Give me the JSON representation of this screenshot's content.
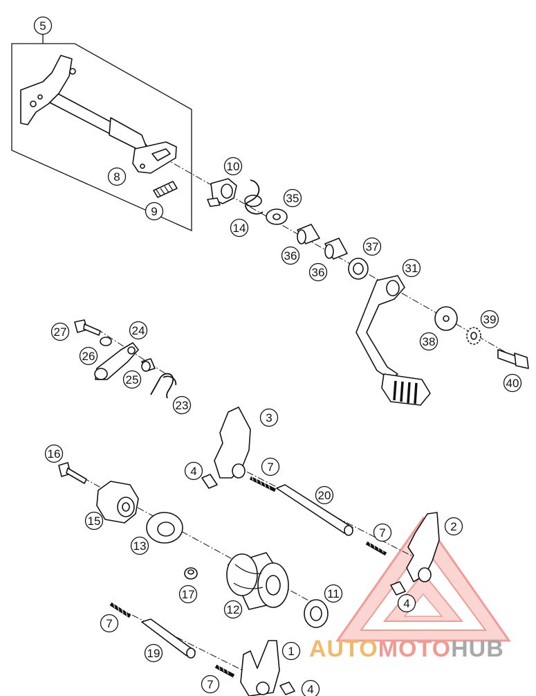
{
  "callouts": [
    {
      "id": "c5",
      "label": "5"
    },
    {
      "id": "c8",
      "label": "8"
    },
    {
      "id": "c9",
      "label": "9"
    },
    {
      "id": "c10",
      "label": "10"
    },
    {
      "id": "c14",
      "label": "14"
    },
    {
      "id": "c35",
      "label": "35"
    },
    {
      "id": "c36a",
      "label": "36"
    },
    {
      "id": "c36b",
      "label": "36"
    },
    {
      "id": "c37",
      "label": "37"
    },
    {
      "id": "c31",
      "label": "31"
    },
    {
      "id": "c38",
      "label": "38"
    },
    {
      "id": "c39",
      "label": "39"
    },
    {
      "id": "c40",
      "label": "40"
    },
    {
      "id": "c27",
      "label": "27"
    },
    {
      "id": "c24",
      "label": "24"
    },
    {
      "id": "c26",
      "label": "26"
    },
    {
      "id": "c25",
      "label": "25"
    },
    {
      "id": "c23",
      "label": "23"
    },
    {
      "id": "c3",
      "label": "3"
    },
    {
      "id": "c4a",
      "label": "4"
    },
    {
      "id": "c7a",
      "label": "7"
    },
    {
      "id": "c16",
      "label": "16"
    },
    {
      "id": "c20",
      "label": "20"
    },
    {
      "id": "c15",
      "label": "15"
    },
    {
      "id": "c2",
      "label": "2"
    },
    {
      "id": "c13",
      "label": "13"
    },
    {
      "id": "c7b",
      "label": "7"
    },
    {
      "id": "c17",
      "label": "17"
    },
    {
      "id": "c11",
      "label": "11"
    },
    {
      "id": "c12",
      "label": "12"
    },
    {
      "id": "c4b",
      "label": "4"
    },
    {
      "id": "c7c",
      "label": "7"
    },
    {
      "id": "c19",
      "label": "19"
    },
    {
      "id": "c1",
      "label": "1"
    },
    {
      "id": "c7d",
      "label": "7"
    },
    {
      "id": "c4c",
      "label": "4"
    }
  ],
  "watermark": {
    "part1": "AUTO",
    "part2": "MOTO",
    "part3": "HUB",
    "colors": {
      "auto": "#f3b86a",
      "moto": "#f19a93",
      "hub": "#a8a8a8",
      "triangle": "#e84a3f"
    }
  }
}
